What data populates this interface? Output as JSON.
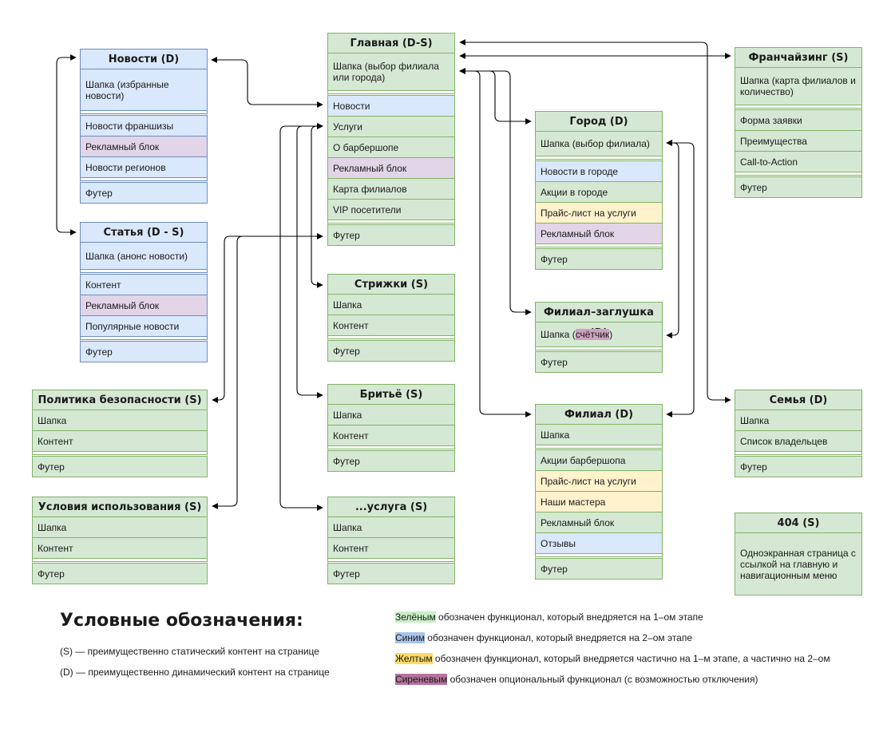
{
  "tables": [
    {
      "id": "novosti",
      "title": "Новости (D)",
      "theme": "blue",
      "rows": [
        {
          "text": "Шапка (избранные новости)",
          "color": "blue",
          "h": 2
        },
        {
          "sep": true
        },
        {
          "text": "Новости франшизы",
          "color": "blue"
        },
        {
          "text": "Рекламный блок",
          "color": "purple"
        },
        {
          "text": "Новости регионов",
          "color": "blue"
        },
        {
          "sep": true
        },
        {
          "text": "Футер",
          "color": "blue"
        }
      ]
    },
    {
      "id": "statya",
      "title": "Статья (D - S)",
      "theme": "blue",
      "rows": [
        {
          "text": "Шапка (анонс новости)",
          "color": "blue",
          "h": 1.3
        },
        {
          "sep": true
        },
        {
          "text": "Контент",
          "color": "blue"
        },
        {
          "text": "Рекламный блок",
          "color": "purple"
        },
        {
          "text": "Популярные новости",
          "color": "blue"
        },
        {
          "sep": true
        },
        {
          "text": "Футер",
          "color": "blue"
        }
      ]
    },
    {
      "id": "politika",
      "title": "Политика безопасности (S)",
      "theme": "green",
      "rows": [
        {
          "text": "Шапка",
          "color": "green"
        },
        {
          "text": "Контент",
          "color": "green"
        },
        {
          "sep": true
        },
        {
          "text": "Футер",
          "color": "green"
        }
      ]
    },
    {
      "id": "usloviya",
      "title": "Условия использования (S)",
      "theme": "green",
      "rows": [
        {
          "text": "Шапка",
          "color": "green"
        },
        {
          "text": "Контент",
          "color": "green"
        },
        {
          "sep": true
        },
        {
          "text": "Футер",
          "color": "green"
        }
      ]
    },
    {
      "id": "glavnaya",
      "title": "Главная (D-S)",
      "theme": "green",
      "rows": [
        {
          "text": "Шапка (выбор филиала или города)",
          "color": "green",
          "h": 1.8
        },
        {
          "sep": true
        },
        {
          "text": "Новости",
          "color": "blue"
        },
        {
          "text": "Услуги",
          "color": "green"
        },
        {
          "text": "О барбершопе",
          "color": "green"
        },
        {
          "text": "Рекламный блок",
          "color": "purple"
        },
        {
          "text": "Карта филиалов",
          "color": "green"
        },
        {
          "text": "VIP посетители",
          "color": "green"
        },
        {
          "sep": true
        },
        {
          "text": "Футер",
          "color": "green"
        }
      ]
    },
    {
      "id": "strizhki",
      "title": "Стрижки (S)",
      "theme": "green",
      "rows": [
        {
          "text": "Шапка",
          "color": "green"
        },
        {
          "text": "Контент",
          "color": "green"
        },
        {
          "sep": true
        },
        {
          "text": "Футер",
          "color": "green"
        }
      ]
    },
    {
      "id": "britye",
      "title": "Бритьё (S)",
      "theme": "green",
      "rows": [
        {
          "text": "Шапка",
          "color": "green"
        },
        {
          "text": "Контент",
          "color": "green"
        },
        {
          "sep": true
        },
        {
          "text": "Футер",
          "color": "green"
        }
      ]
    },
    {
      "id": "usluga",
      "title": "...услуга (S)",
      "theme": "green",
      "rows": [
        {
          "text": "Шапка",
          "color": "green"
        },
        {
          "text": "Контент",
          "color": "green"
        },
        {
          "sep": true
        },
        {
          "text": "Футер",
          "color": "green"
        }
      ]
    },
    {
      "id": "gorod",
      "title": "Город (D)",
      "theme": "green",
      "rows": [
        {
          "text": "Шапка (выбор филиала)",
          "color": "green",
          "h": 1.2
        },
        {
          "sep": true
        },
        {
          "text": "Новости в городе",
          "color": "blue"
        },
        {
          "text": "Акции в городе",
          "color": "green"
        },
        {
          "text": "Прайс-лист на услуги",
          "color": "yellow"
        },
        {
          "text": "Рекламный блок",
          "color": "purple"
        },
        {
          "sep": true
        },
        {
          "text": "Футер",
          "color": "green"
        }
      ]
    },
    {
      "id": "zaglushka",
      "title": "Филиал–заглушка (D)",
      "theme": "green",
      "rows": [
        {
          "text": "Шапка (",
          "marked": "счётчик",
          "after": ")",
          "color": "green",
          "h": 1.2
        },
        {
          "sep": true
        },
        {
          "text": "Футер",
          "color": "green"
        }
      ]
    },
    {
      "id": "filial",
      "title": "Филиал (D)",
      "theme": "green",
      "rows": [
        {
          "text": "Шапка",
          "color": "green"
        },
        {
          "sep": true
        },
        {
          "text": "Акции барбершопа",
          "color": "green"
        },
        {
          "text": "Прайс-лист на услуги",
          "color": "yellow"
        },
        {
          "text": "Наши мастера",
          "color": "yellow"
        },
        {
          "text": "Рекламный блок",
          "color": "green"
        },
        {
          "text": "Отзывы",
          "color": "blue"
        },
        {
          "sep": true
        },
        {
          "text": "Футер",
          "color": "green"
        }
      ]
    },
    {
      "id": "franchayzing",
      "title": "Франчайзинг (S)",
      "theme": "green",
      "rows": [
        {
          "text": "Шапка (карта филиалов и количество)",
          "color": "green",
          "h": 1.8
        },
        {
          "sep": true
        },
        {
          "text": "Форма заявки",
          "color": "green"
        },
        {
          "text": "Преимущества",
          "color": "green"
        },
        {
          "text": "Call-to-Action",
          "color": "green"
        },
        {
          "sep": true
        },
        {
          "text": "Футер",
          "color": "green"
        }
      ]
    },
    {
      "id": "semya",
      "title": "Семья (D)",
      "theme": "green",
      "rows": [
        {
          "text": "Шапка",
          "color": "green"
        },
        {
          "text": "Список владельцев",
          "color": "green"
        },
        {
          "sep": true
        },
        {
          "text": "Футер",
          "color": "green"
        }
      ]
    },
    {
      "id": "p404",
      "title": "404 (S)",
      "theme": "green",
      "rows": [
        {
          "text": "Одноэкранная страница с ссылкой на главную и навигационным меню",
          "color": "green",
          "h": 3.0
        }
      ]
    }
  ],
  "legend": {
    "title": "Условные обозначения:",
    "static": "(S) — преимущественно статический контент на странице",
    "dynamic": "(D) — преимущественно динамический контент на странице",
    "items": [
      {
        "word": "Зелёным",
        "rest": " обозначен функционал, который внедряется на 1–ом этапе",
        "swatch": "green"
      },
      {
        "word": "Синим",
        "rest": " обозначен функционал, который внедряется на 2–ом этапе",
        "swatch": "blue"
      },
      {
        "word": "Желтым",
        "rest": " обозначен функционал, который внедряется частично на 1–м этапе, а частично на 2–ом",
        "swatch": "yellow"
      },
      {
        "word": "Сиреневым",
        "rest": " обозначен опциональный функционал (с возможностью отключения)",
        "swatch": "purple"
      }
    ]
  }
}
